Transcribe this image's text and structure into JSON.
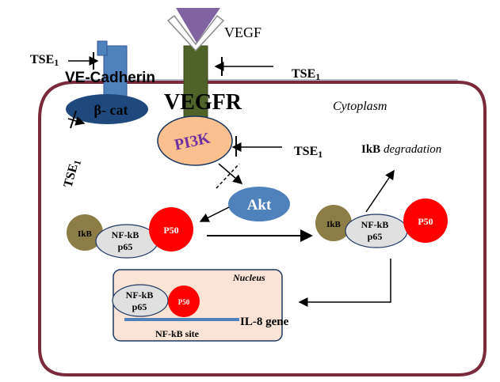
{
  "labels": {
    "vegf": "VEGF",
    "vegfr": "VEGFR",
    "ve_cadherin": "VE-Cadherin",
    "beta_cat": "β- cat",
    "cytoplasm": "Cytoplasm",
    "pi3k": "PI3K",
    "akt": "Akt",
    "ikb_degradation_prefix": "IkB ",
    "ikb_degradation_word": "degradation",
    "nucleus": "Nucleus",
    "il8_gene": "IL-8 gene",
    "nfkb_site": "NF-kB site"
  },
  "inhibitors": {
    "tse_top_left": {
      "main": "TSE",
      "sub": "1"
    },
    "tse_vegfr": {
      "main": "TSE",
      "sub": "1"
    },
    "tse_beta_cat": {
      "main": "TSE",
      "sub": "1"
    },
    "tse_pi3k": {
      "main": "TSE",
      "sub": "1"
    }
  },
  "complex_left": {
    "ikb": "IkB",
    "nfkb_top": "NF-kB",
    "nfkb_bottom": "p65",
    "p50": "P50"
  },
  "complex_right": {
    "ikb": "IkB",
    "nfkb_top": "NF-kB",
    "nfkb_bottom": "p65",
    "p50": "P50"
  },
  "complex_nucleus": {
    "nfkb_top": "NF-kB",
    "nfkb_bottom": "p65",
    "p50": "P50"
  },
  "colors": {
    "cell_border": "#7a2a3a",
    "vegfr": "#4f6228",
    "vegf": "#8064a2",
    "cadherin": "#4f81bd",
    "beta_cat": "#1f497d",
    "pi3k": "#fac090",
    "akt": "#4f81bd",
    "ikb": "#8b7d45",
    "nfkb": "#e0e0e0",
    "p50": "#ff0000",
    "nucleus_fill": "#fbe4d5",
    "nucleus_border": "#1f3864"
  }
}
